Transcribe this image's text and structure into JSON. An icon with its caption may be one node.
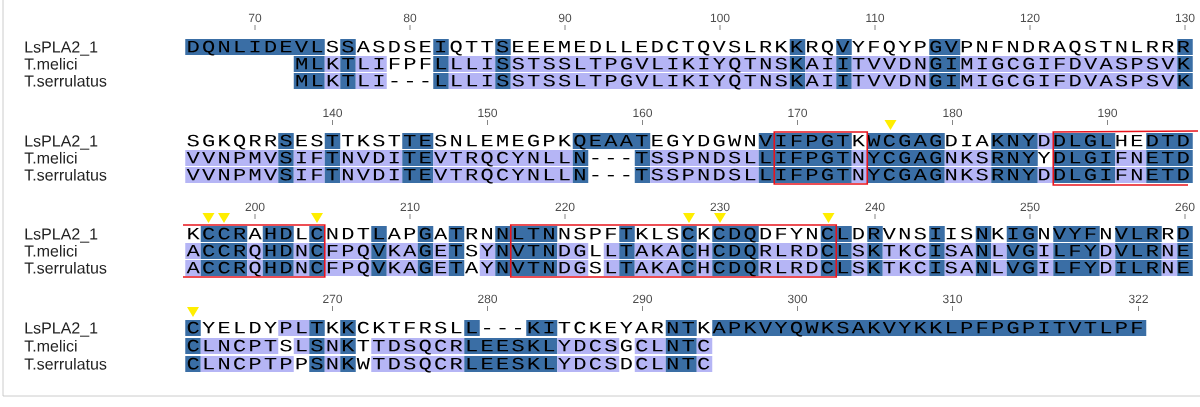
{
  "diagram": {
    "labels": [
      "70",
      "80",
      "90",
      "100",
      "110",
      "120",
      "130",
      "LsPLA2_1",
      "DQNLIDEVLSSASDSEIQTTSEEEMEDLLEDCTQVSLRKKRQVYFQYPGVPNFNDRAQSTNLRRR",
      "T.melici",
      "MLKTLIFPFLLLISSTSSLTPGVLIKIYQTNSKAIITVVDNGIMIGCGIFDVASPSVK",
      "T.serrulatus",
      "MLKTLI---LLLISSTSSLTPGVLIKIYQTNSKAIITVVDNGIMIGCGIFDVASPSVK",
      "140",
      "150",
      "160",
      "170",
      "180",
      "190",
      "LsPLA2_1",
      "SGKQRRSESTTKSTTESNLEMEGPKQEAATEGYDGWNVIFPGTKWCGAGDIAKNYDDLGLHEDTD",
      "T.melici",
      "VVNPMVSIFTNVDITEVTRQCYNLLN---TSSPNDSLLIFPGTNYCGAGNKSRNYYDLGIFNETD",
      "T.serrulatus",
      "VVNPMVSIFTNVDITEVTRQCYNLLN---TSSPNDSLLIFPGTNYCGAGNKSRNYDDLGIFNETD",
      "200",
      "210",
      "220",
      "230",
      "240",
      "250",
      "260",
      "LsPLA2_1",
      "KCCRAHDLCNDTLAPGATRNNLTNNSPFTKLSCKCDQDFYNCLDRVNSIISNKIGNVYFNVLRRD",
      "T.melici",
      "ACCRQHDNCFPQVKAGETSYNVTNDGLLTAKACHCDQRLRDCLSKTKCISANLVGILFYDVLRNE",
      "T.serrulatus",
      "ACCRQHDNCFPQVKAGETAYNVTNDGSLTAKACHCDQRLRDCLSKTKCISANLVGILFYDILRNE",
      "270",
      "280",
      "290",
      "300",
      "310",
      "322",
      "LsPLA2_1",
      "CYELDYPLTKKCKTFRSLL---KITCKEYARNTKAPKVYQWKSAKVYKKLPFPGPITVTLPF",
      "T.melici",
      "CLNCPTSLSNKTTDSQCRLEESKLYDCSGCLNTC",
      "T.serrulatus",
      "CLNCPTPPSNKWTDSQCRLEESKLYDCSDCLNTC"
    ]
  }
}
